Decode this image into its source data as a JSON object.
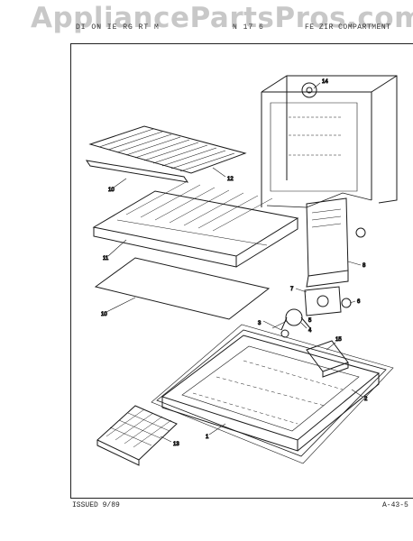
{
  "watermark": "AppliancePartsPros.com",
  "header": {
    "left": "DI ON IE RG RT M",
    "model": "N 17 6",
    "section": "FE ZIR COMPARTMENT"
  },
  "footer": {
    "issued": "ISSUED 9/89",
    "page_ref": "A-43-5"
  },
  "callouts": {
    "c14": "14",
    "c12": "12",
    "c10a": "10",
    "c11": "11",
    "c10b": "10",
    "c8": "8",
    "c7": "7",
    "c6": "6",
    "c3": "3",
    "c5": "5",
    "c4": "4",
    "c15": "15",
    "c2": "2",
    "c13": "13",
    "c1": "1"
  }
}
